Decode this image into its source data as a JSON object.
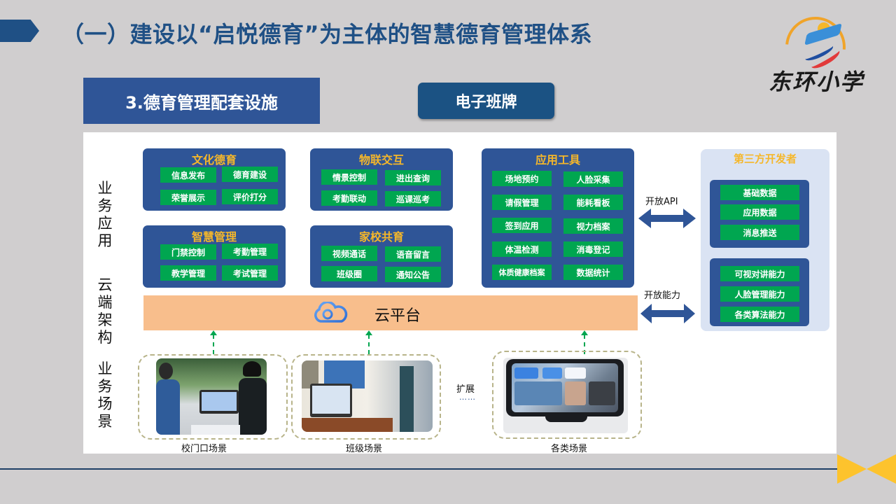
{
  "header": {
    "title": "（一）建设以“启悦德育”为主体的智慧德育管理体系",
    "logo_text": "东环小学"
  },
  "section": {
    "label": "3.德育管理配套设施",
    "badge": "电子班牌"
  },
  "diagram": {
    "layers": [
      {
        "label": "业务应用",
        "chars": [
          "业",
          "务",
          "应",
          "用"
        ]
      },
      {
        "label": "云端架构",
        "chars": [
          "云",
          "端",
          "架",
          "构"
        ]
      },
      {
        "label": "业务场景",
        "chars": [
          "业",
          "务",
          "场",
          "景"
        ]
      }
    ],
    "modules": [
      {
        "title": "文化德育",
        "items": [
          "信息发布",
          "德育建设",
          "荣誉展示",
          "评价打分"
        ]
      },
      {
        "title": "物联交互",
        "items": [
          "情景控制",
          "进出查询",
          "考勤联动",
          "巡课巡考"
        ]
      },
      {
        "title": "智慧管理",
        "items": [
          "门禁控制",
          "考勤管理",
          "教学管理",
          "考试管理"
        ]
      },
      {
        "title": "家校共育",
        "items": [
          "视频通话",
          "语音留言",
          "班级圈",
          "通知公告"
        ]
      },
      {
        "title": "应用工具",
        "items": [
          "场地预约",
          "人脸采集",
          "请假管理",
          "能耗看板",
          "签到应用",
          "视力档案",
          "体温检测",
          "消毒登记",
          "体质健康档案",
          "数据统计"
        ]
      }
    ],
    "third_party": {
      "title": "第三方开发者",
      "data_group": [
        "基础数据",
        "应用数据",
        "消息推送"
      ],
      "capability_group": [
        "可视对讲能力",
        "人脸管理能力",
        "各类算法能力"
      ]
    },
    "connectors": {
      "open_api": "开放API",
      "open_capability": "开放能力"
    },
    "cloud": {
      "icon": "cloud-icon",
      "label": "云平台"
    },
    "scenes": [
      {
        "caption": "校门口场景"
      },
      {
        "caption": "班级场景"
      },
      {
        "caption": "各类场景"
      }
    ],
    "expand": {
      "label": "扩展",
      "dots": "……"
    }
  },
  "colors": {
    "primary_blue": "#2f5597",
    "title_blue": "#1f5085",
    "chip_green": "#00a650",
    "module_title_yellow": "#f5b72a",
    "cloud_orange": "#f8be8c",
    "dev_panel_bg": "#dae3f3",
    "footer_gold": "#fdc32d"
  }
}
